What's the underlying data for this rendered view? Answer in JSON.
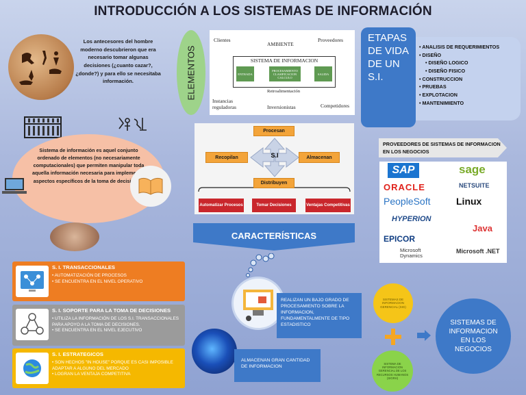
{
  "title": "INTRODUCCIÓN A LOS SISTEMAS DE INFORMACIÓN",
  "intro": {
    "text": "Los antecesores del hombre moderno descubrieron que era necesario tomar algunas decisiones (¿cuanto cazar?, ¿donde?) y para ello se necesitaba información."
  },
  "definition": {
    "text": "Sistema de información es aquel conjunto ordenado de elementos (no necesariamente computacionales) que permiten manipular toda aquella información necesaria para implementar aspectos específicos de la toma de decisiones."
  },
  "elementos": {
    "label": "ELEMENTOS",
    "env": {
      "clientes": "Clientes",
      "ambiente": "AMBIENTE",
      "proveedores": "Proveedores",
      "si_title": "SISTEMA DE INFORMACION",
      "entrada": "ENTRADA",
      "proceso": "PROCESAMIENTO CLASIFICACION CALCULO",
      "salida": "SALIDA",
      "retro": "Retroalimentación",
      "instancias": "Instancias reguladoras",
      "inversionistas": "Inversionistas",
      "competidores": "Competidores"
    }
  },
  "diagram": {
    "center": "S.I",
    "procesan": "Procesan",
    "recopilan": "Recopilan",
    "almacenan": "Almacenan",
    "distribuyen": "Distribuyen",
    "outcomes": [
      "Automatizar Procesos",
      "Tomar Decisiones",
      "Ventajas Competitivas"
    ]
  },
  "caracteristicas": "CARACTERÍSTICAS",
  "etapas": {
    "title": "ETAPAS DE VIDA DE UN S.I.",
    "items": [
      {
        "text": "ANALISIS DE REQUERIMIENTOS",
        "sub": false
      },
      {
        "text": "DISEÑO",
        "sub": false
      },
      {
        "text": "DISEÑO LOGICO",
        "sub": true
      },
      {
        "text": "DISEÑO FISICO",
        "sub": true
      },
      {
        "text": "CONSTRUCCION",
        "sub": false
      },
      {
        "text": "PRUEBAS",
        "sub": false
      },
      {
        "text": "EXPLOTACION",
        "sub": false
      },
      {
        "text": "MANTENIMIENTO",
        "sub": false
      }
    ]
  },
  "providers": {
    "title": "PROVEEDORES DE SISTEMAS DE INFORMACION EN LOS NEGOCIOS",
    "logos": [
      "SAP",
      "sage",
      "ORACLE",
      "NETSUITE",
      "PeopleSoft",
      "Linux",
      "HYPERION",
      "Java",
      "EPICOR",
      "Microsoft Dynamics",
      "Microsoft .NET"
    ]
  },
  "types": [
    {
      "head": "S. I. TRANSACCIONALES",
      "items": [
        "AUTOMATIZACIÓN DE PROCESOS",
        "SE ENCUENTRA EN EL NIVEL OPERATIVO"
      ],
      "color": "#ee7d22"
    },
    {
      "head": "S. I. SOPORTE PARA LA TOMA DE DECISIONES",
      "items": [
        "UTILIZA LA INFORMACIÓN DE LOS S.I. TRANSACCIONALES PARA APOYO A LA TOMA DE DECISIONES.",
        "SE ENCUENTRA EN EL NIVEL EJECUTIVO"
      ],
      "color": "#9b9b9b"
    },
    {
      "head": "S. I. ESTRATEGICOS",
      "items": [
        "SON HECHOS \"IN HOUSE\" PORQUE ES CASI IMPOSIBLE ADAPTAR A ALGUNO DEL MERCADO",
        "LOGRAN LA VENTAJA COMPETITIVA"
      ],
      "color": "#f5b800"
    }
  ],
  "features": {
    "proc": "REALIZAN UN BAJO GRADO DE PROCESAMIENTO SOBRE LA INFORMACION, FUNDAMENTALMENTE DE TIPO ESTADISTICO",
    "alm": "ALMACENAN GRAN CANTIDAD DE INFORMACION"
  },
  "negocios": {
    "yellow": "SISTEMAS DE INFORMACION GERENCIAL (SIG)",
    "green": "SISTEMA DE INFORMACION GERENCIAL DE LOS RECURSOS HUMANOS (SIGRH)",
    "circle": "SISTEMAS DE INFORMACION EN LOS NEGOCIOS"
  }
}
